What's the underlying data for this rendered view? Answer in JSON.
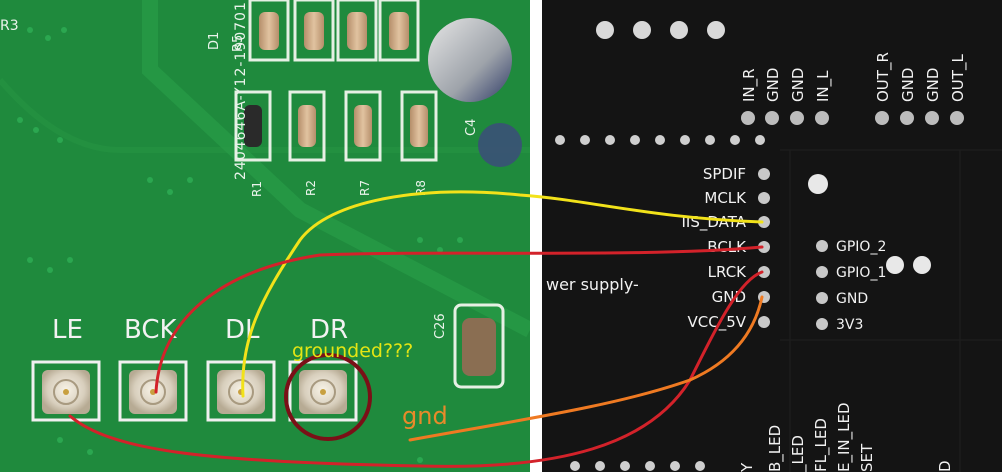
{
  "left_board": {
    "part_number": "2404646A-Y12-190701",
    "refs": [
      "D1",
      "R5",
      "R1",
      "R2",
      "R7",
      "R8",
      "C4",
      "C26",
      "R3"
    ],
    "pad_labels": [
      "LE",
      "BCK",
      "DL",
      "DR"
    ]
  },
  "right_board": {
    "left_pins": [
      "SPDIF",
      "MCLK",
      "IIS_DATA",
      "BCLK",
      "LRCK",
      "GND",
      "VCC_5V"
    ],
    "right_pins": [
      "GPIO_2",
      "GPIO_1",
      "GND",
      "3V3"
    ],
    "top_pins": [
      "IN_R",
      "GND",
      "GND",
      "IN_L",
      "OUT_R",
      "GND",
      "GND",
      "OUT_L"
    ],
    "bottom_pins": [
      "Y",
      "B_LED",
      "_LED",
      "FL_LED",
      "E_IN_LED",
      "SET",
      "D"
    ],
    "side_text": "wer supply-"
  },
  "annotations": {
    "question": "grounded???",
    "gnd_note": "gnd"
  },
  "colors": {
    "pcb_green": "#1f8a3d",
    "pcb_dark": "#141414",
    "wire_yellow": "#f2e21a",
    "wire_red": "#d3222a",
    "wire_orange": "#ef7a22",
    "question_text": "#e4e514",
    "gnd_text": "#e88a2a",
    "circle_marker": "#7a1017"
  }
}
